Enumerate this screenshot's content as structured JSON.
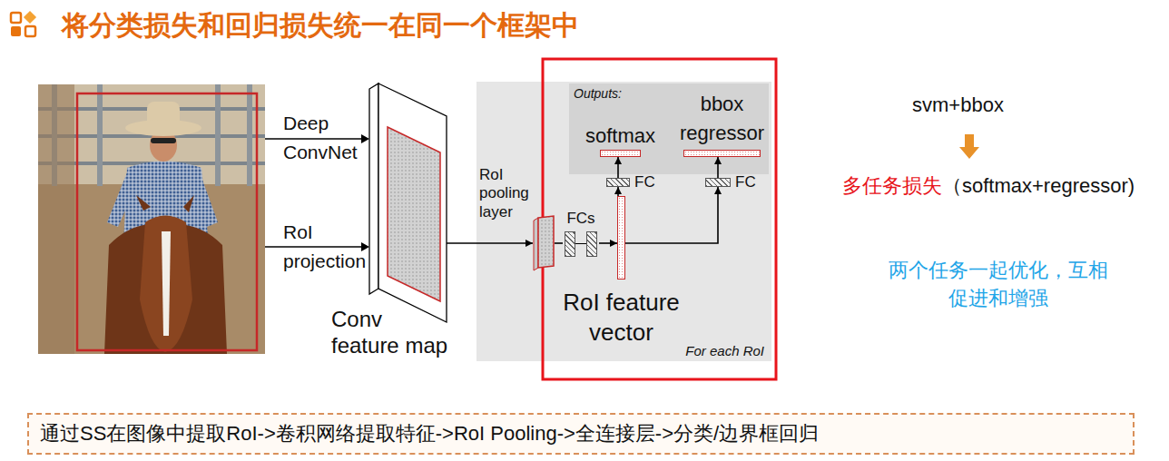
{
  "diagram": {
    "title": "将分类损失和回归损失统一在同一个框架中",
    "nodes": [
      {
        "text": [
          "Conv feature map"
        ]
      },
      {
        "text": [
          "For each RoI"
        ]
      },
      {
        "text": [
          "RoI pooling layer"
        ],
        "in": 1
      },
      {
        "text": [
          "FCs"
        ],
        "in": 1
      },
      {
        "text": [
          "RoI feature vector"
        ],
        "in": 1
      },
      {
        "text": [
          "Outputs:"
        ],
        "in": 1
      },
      {
        "text": [
          "softmax"
        ],
        "in": 5
      },
      {
        "text": [
          "bbox regressor"
        ],
        "in": 5
      },
      {
        "text": [
          "FC"
        ],
        "in": 1
      },
      {
        "text": [
          "FC"
        ],
        "in": 1
      },
      {
        "text": [
          "通过SS在图像中提取RoI->卷积网络提取特征->RoI Pooling->全连接层->分类/边界框回归"
        ]
      }
    ],
    "edges": [
      {
        "from": 0,
        "to": 2,
        "arrow": "to"
      },
      {
        "from": 2,
        "to": 3,
        "arrow": "none"
      },
      {
        "from": 3,
        "to": 4,
        "arrow": "to"
      },
      {
        "from": 4,
        "to": 8,
        "arrow": "to"
      },
      {
        "from": 8,
        "to": 6,
        "arrow": "to"
      },
      {
        "from": 4,
        "to": 9,
        "arrow": "to"
      },
      {
        "from": 9,
        "to": 7,
        "arrow": "to"
      }
    ],
    "labels": [
      "Deep ConvNet",
      "RoI projection",
      "svm+bbox",
      "多任务损失",
      "（softmax+regressor)",
      "两个任务一起优化，互相促进和增强"
    ]
  }
}
